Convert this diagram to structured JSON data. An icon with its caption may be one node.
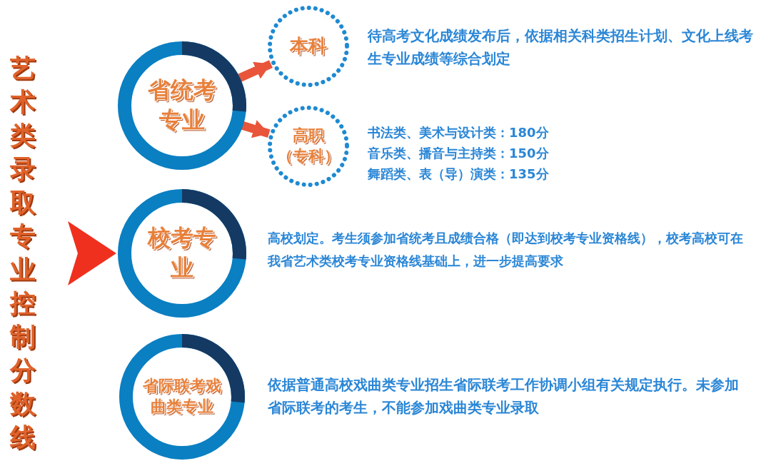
{
  "diagram": {
    "title": "艺术类录取专业控制分数线",
    "nodes": [
      {
        "text": [
          "省统考专业"
        ]
      },
      {
        "text": [
          "本科"
        ],
        "beside": [
          "待高考文化成绩发布后，依据相关科类招生计划、文化上线考生专业成绩等综合划定"
        ]
      },
      {
        "text": [
          "高职（专科）"
        ],
        "beside": [
          "书法类、美术与设计类：180分",
          "音乐类、播音与主持类：150分",
          "舞蹈类、表（导）演类：135分"
        ]
      },
      {
        "text": [
          "校考专业"
        ],
        "beside": [
          "高校划定。考生须参加省统考且成绩合格（即达到校考专业资格线），校考高校可在我省艺术类校考专业资格线基础上，进一步提高要求"
        ]
      },
      {
        "text": [
          "省际联考戏曲类专业"
        ],
        "beside": [
          "依据普通高校戏曲类专业招生省际联考工作协调小组有关规定执行。未参加省际联考的考生，不能参加戏曲类专业录取"
        ]
      }
    ],
    "edges": [
      {
        "from": 0,
        "to": 1,
        "arrow": "to"
      },
      {
        "from": 0,
        "to": 2,
        "arrow": "to"
      },
      {
        "from": null,
        "to": 3,
        "arrow": "to"
      }
    ]
  }
}
